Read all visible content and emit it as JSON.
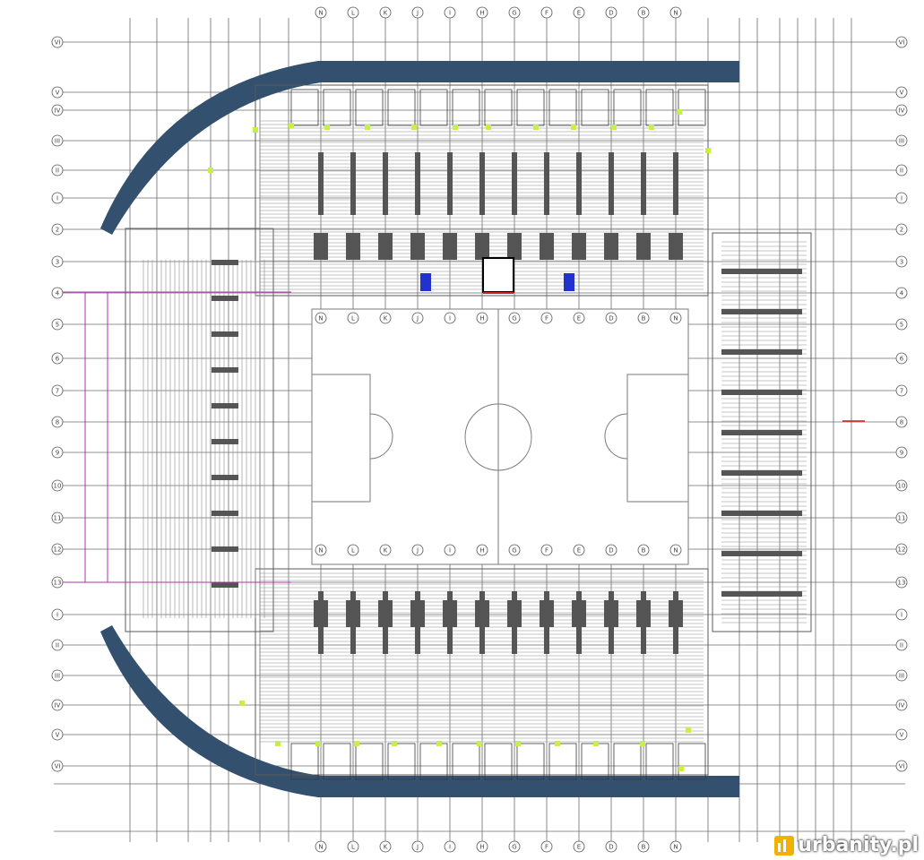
{
  "plan": {
    "column_labels_north": [
      "N",
      "L",
      "K",
      "J",
      "I",
      "H",
      "G",
      "F",
      "E",
      "D",
      "B"
    ],
    "column_labels_south": [
      "N",
      "L",
      "K",
      "J",
      "I",
      "H",
      "G",
      "F",
      "E",
      "D",
      "B"
    ],
    "row_labels_west": [
      "VI",
      "V",
      "IV",
      "III",
      "II",
      "I",
      "2",
      "3",
      "4",
      "5",
      "6",
      "7",
      "8",
      "9",
      "10",
      "11",
      "12",
      "13",
      "I",
      "II",
      "III",
      "IV",
      "V",
      "VI"
    ],
    "row_labels_east": [
      "VI",
      "V",
      "IV",
      "III",
      "II",
      "I",
      "2",
      "3",
      "4",
      "5",
      "6",
      "7",
      "8",
      "9",
      "10",
      "11",
      "12",
      "13",
      "I",
      "II",
      "III",
      "IV",
      "V",
      "VI"
    ],
    "colors": {
      "roof_band": "#33506e",
      "line": "#6d6d6d",
      "dark_line": "#3a3a3a",
      "magenta": "#b030b0",
      "seat_blue": "#2233cc",
      "highlight_green": "#c8f040",
      "red_mark": "#cc2222"
    }
  },
  "watermark": {
    "text": "urbanity.pl",
    "icon": "bar-chart-logo-icon"
  }
}
